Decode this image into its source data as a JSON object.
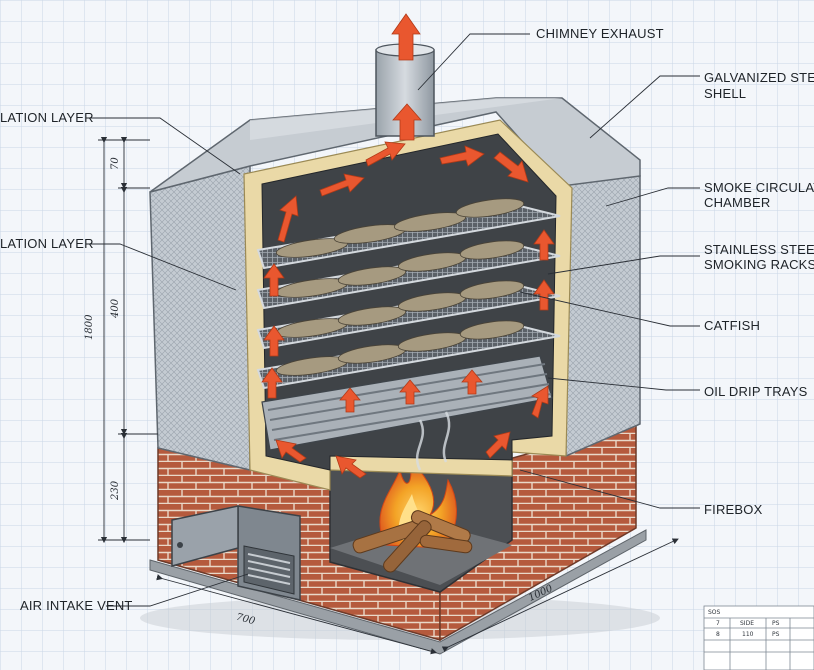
{
  "labels": {
    "chimney_exhaust": "CHIMNEY EXHAUST",
    "galvanized_steel_shell_l1": "GALVANIZED STEEL",
    "galvanized_steel_shell_l2": "SHELL",
    "insulation_layer_top": "LATION LAYER",
    "insulation_layer_mid": "LATION LAYER",
    "smoke_circulation_l1": "SMOKE CIRCULAT",
    "smoke_circulation_l2": "CHAMBER",
    "racks_l1": "STAINLESS STEEL",
    "racks_l2": "SMOKING RACKS",
    "catfish": "CATFISH",
    "oil_drip_trays": "OIL DRIP TRAYS",
    "firebox": "FIREBOX",
    "air_intake_vent": "AIR INTAKE VENT"
  },
  "dimensions": {
    "height_total": "1800",
    "height_top": "70",
    "height_middle": "400",
    "height_base": "230",
    "width_front": "700",
    "depth_side": "1000"
  },
  "title_block": {
    "row1": [
      "SOS"
    ],
    "row2": [
      "7",
      "SIDE",
      "PS"
    ],
    "row3": [
      "8",
      "110",
      "PS"
    ]
  },
  "colors": {
    "grid": "#c9d6e6",
    "grid_major": "#b3c4da",
    "steel": "#b9c1c9",
    "brick": "#b55a3d",
    "insulation": "#ead9a7",
    "arrow": "#e9572f",
    "flame": "#f3a326"
  }
}
